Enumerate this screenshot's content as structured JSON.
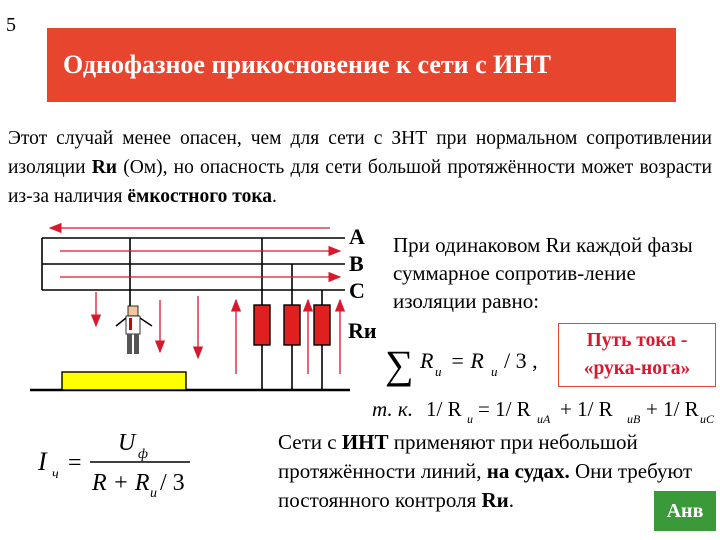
{
  "slide_number": "5",
  "title": "Однофазное прикосновение к сети с ИНТ",
  "intro": {
    "part1": "Этот случай менее опасен, чем для сети с ЗНТ при нормальном сопротивлении изоляции ",
    "r_symbol": "Rи",
    "part2": " (Ом), но опасность для сети большой протяжённости может возрасти из-за наличия ",
    "emphasis": "ёмкостного тока",
    "part3": "."
  },
  "phases": [
    "A",
    "B",
    "C"
  ],
  "resistor_label": "Rи",
  "right_text": "При одинаковом Rи каждой фазы суммарное сопротив-ление изоляции равно:",
  "current_path": {
    "line1": "Путь тока -",
    "line2": "«рука-нога»"
  },
  "formulas": {
    "sum_lhs": "R",
    "sum_sub": "и",
    "sum_rhs": "= R",
    "sum_rhs_sub": "и",
    "sum_div": "/ 3 ,",
    "tk_prefix": "т. к.",
    "tk_1": "1/ R",
    "tk_1_sub": "и",
    "tk_eq": "= 1/ R",
    "tk_a": "иА",
    "tk_plus1": "+ 1/ R",
    "tk_b": "иВ",
    "tk_plus2": "+ 1/ R",
    "tk_c": "иС",
    "ich_lhs": "I",
    "ich_sub": "ч",
    "ich_eq": "=",
    "ich_num": "U",
    "ich_num_sub": "ф",
    "ich_den_r": "R + R",
    "ich_den_sub": "и",
    "ich_den_div": "/ 3"
  },
  "bottom_text": {
    "part1": "Сети с ",
    "bold1": "ИНТ",
    "part2": " применяют при небольшой протяжённости линий, ",
    "bold2": "на судах.",
    "part3": " Они требуют постоянного контроля ",
    "bold3": "Rи"
  },
  "badge": "Анв",
  "colors": {
    "title_bg": "#e8452e",
    "arrow": "#d9182d",
    "resistor": "#e02020",
    "floor_block": "#ffff00",
    "badge_bg": "#3a9a3a"
  }
}
